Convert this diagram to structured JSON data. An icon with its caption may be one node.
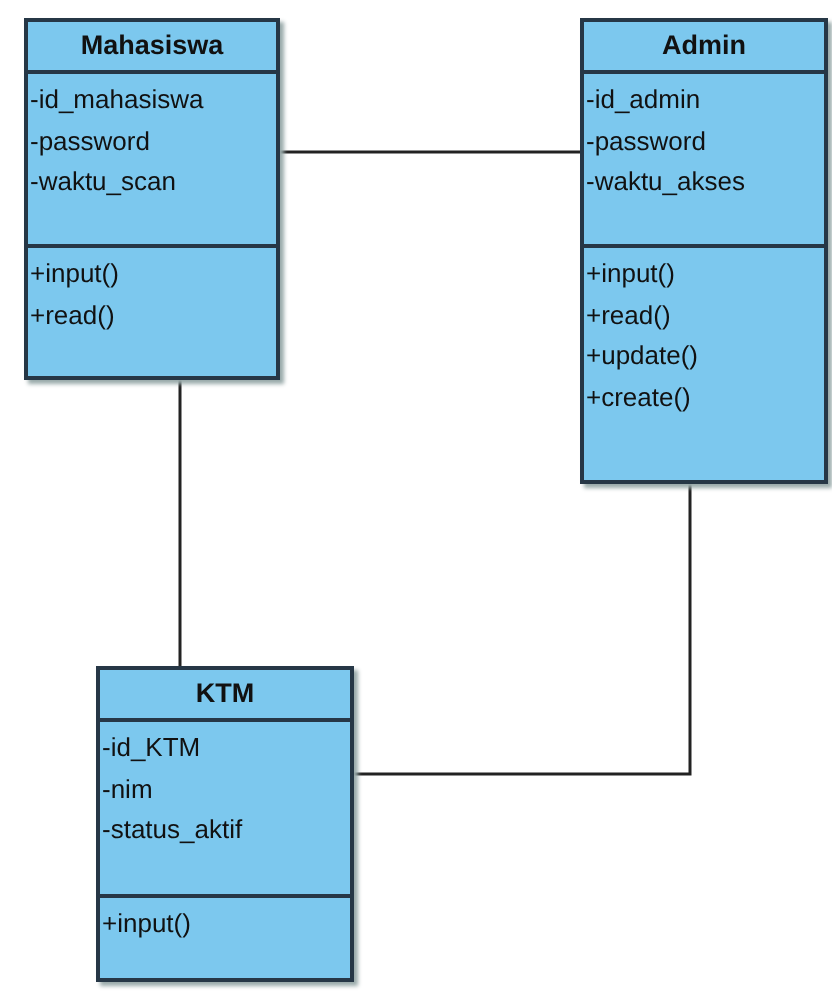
{
  "diagram": {
    "nodes": [
      {
        "text": [
          "Mahasiswa"
        ]
      },
      {
        "text": [
          "-id_mahasiswa",
          "-password",
          "-waktu_scan"
        ],
        "in": 0
      },
      {
        "text": [
          "+input()",
          "+read()"
        ],
        "in": 0
      },
      {
        "text": [
          "Admin"
        ]
      },
      {
        "text": [
          "-id_admin",
          "-password",
          "-waktu_akses"
        ],
        "in": 3
      },
      {
        "text": [
          "+input()",
          "+read()",
          "+update()",
          "+create()"
        ],
        "in": 3
      },
      {
        "text": [
          "KTM"
        ]
      },
      {
        "text": [
          "-id_KTM",
          "-nim",
          "-status_aktif"
        ],
        "in": 6
      },
      {
        "text": [
          "+input()"
        ],
        "in": 6
      }
    ],
    "edges": [
      {
        "from": 0,
        "to": 3,
        "arrow": "none"
      },
      {
        "from": 0,
        "to": 6,
        "arrow": "none"
      },
      {
        "from": 3,
        "to": 6,
        "arrow": "none"
      }
    ]
  }
}
